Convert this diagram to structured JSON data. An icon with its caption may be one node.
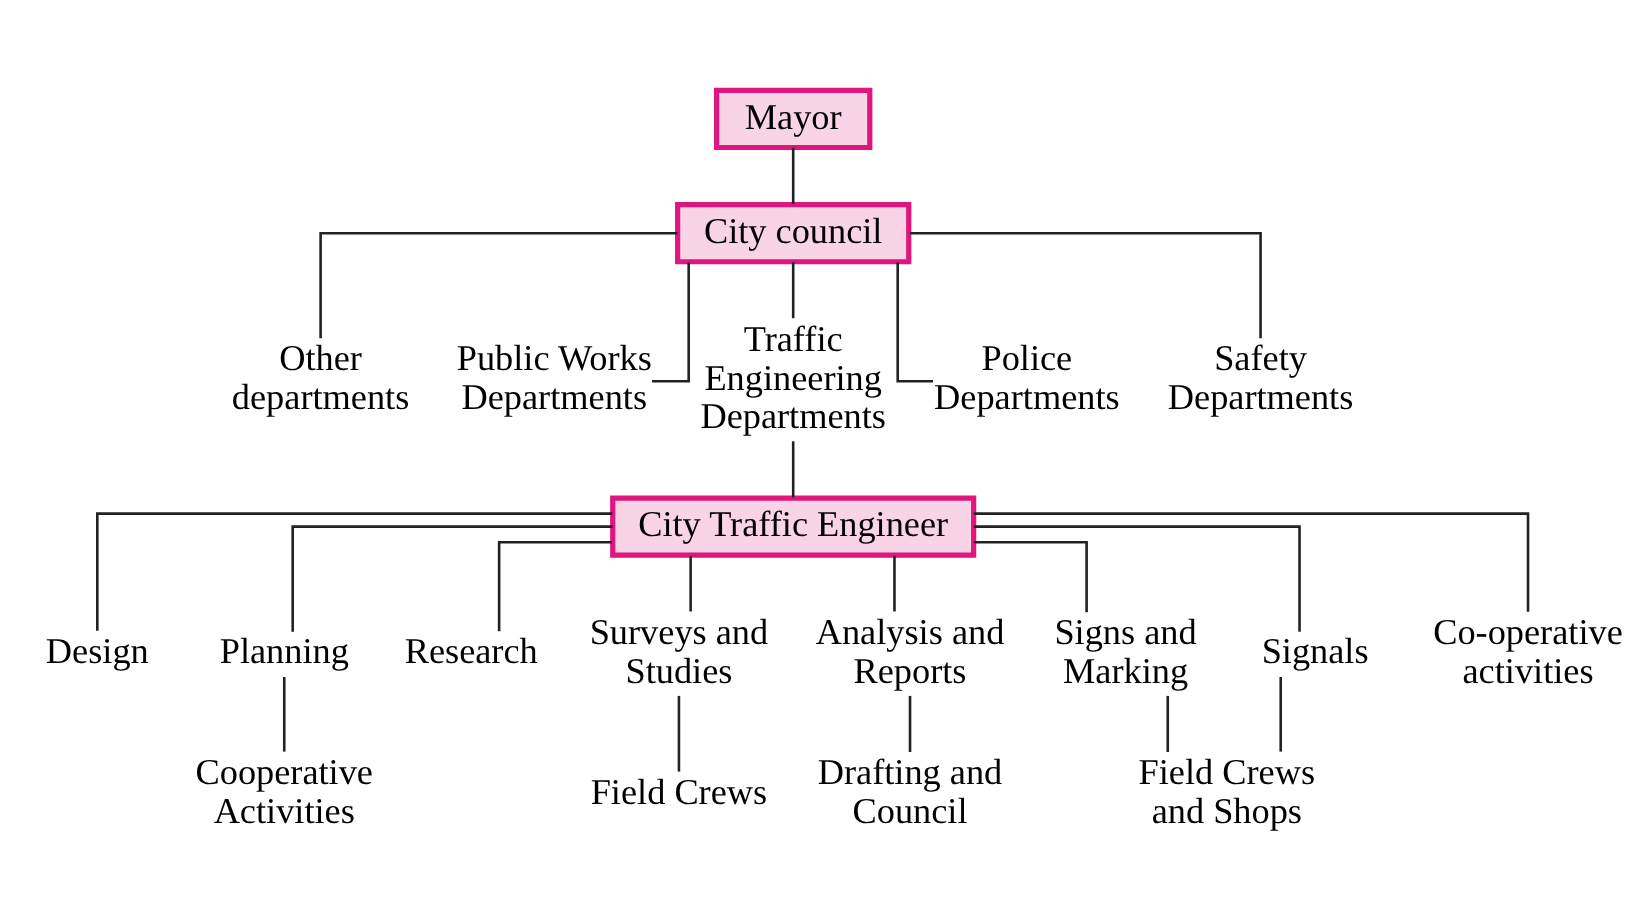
{
  "diagram": {
    "nodes": [
      {
        "text": [
          "Mayor"
        ]
      },
      {
        "text": [
          "City council"
        ]
      },
      {
        "text": [
          "Other departments"
        ]
      },
      {
        "text": [
          "Public Works Departments"
        ]
      },
      {
        "text": [
          "Traffic Engineering Departments"
        ]
      },
      {
        "text": [
          "Police Departments"
        ]
      },
      {
        "text": [
          "Safety Departments"
        ]
      },
      {
        "text": [
          "City Traffic Engineer"
        ]
      },
      {
        "text": [
          "Design"
        ]
      },
      {
        "text": [
          "Planning"
        ]
      },
      {
        "text": [
          "Research"
        ]
      },
      {
        "text": [
          "Surveys and Studies"
        ]
      },
      {
        "text": [
          "Analysis and Reports"
        ]
      },
      {
        "text": [
          "Signs and Marking"
        ]
      },
      {
        "text": [
          "Signals"
        ]
      },
      {
        "text": [
          "Co-operative activities"
        ]
      },
      {
        "text": [
          "Cooperative Activities"
        ]
      },
      {
        "text": [
          "Field Crews"
        ]
      },
      {
        "text": [
          "Drafting and Council"
        ]
      },
      {
        "text": [
          "Field Crews and Shops"
        ]
      }
    ],
    "edges": [
      {
        "from": 0,
        "to": 1,
        "arrow": "none"
      },
      {
        "from": 1,
        "to": 2,
        "arrow": "none"
      },
      {
        "from": 1,
        "to": 3,
        "arrow": "none"
      },
      {
        "from": 1,
        "to": 4,
        "arrow": "none"
      },
      {
        "from": 1,
        "to": 5,
        "arrow": "none"
      },
      {
        "from": 1,
        "to": 6,
        "arrow": "none"
      },
      {
        "from": 4,
        "to": 7,
        "arrow": "none"
      },
      {
        "from": 7,
        "to": 8,
        "arrow": "none"
      },
      {
        "from": 7,
        "to": 9,
        "arrow": "none"
      },
      {
        "from": 7,
        "to": 10,
        "arrow": "none"
      },
      {
        "from": 7,
        "to": 11,
        "arrow": "none"
      },
      {
        "from": 7,
        "to": 12,
        "arrow": "none"
      },
      {
        "from": 7,
        "to": 13,
        "arrow": "none"
      },
      {
        "from": 7,
        "to": 14,
        "arrow": "none"
      },
      {
        "from": 7,
        "to": 15,
        "arrow": "none"
      },
      {
        "from": 9,
        "to": 16,
        "arrow": "none"
      },
      {
        "from": 11,
        "to": 17,
        "arrow": "none"
      },
      {
        "from": 12,
        "to": 18,
        "arrow": "none"
      },
      {
        "from": 13,
        "to": 19,
        "arrow": "none"
      },
      {
        "from": 14,
        "to": 19,
        "arrow": "none"
      }
    ]
  }
}
